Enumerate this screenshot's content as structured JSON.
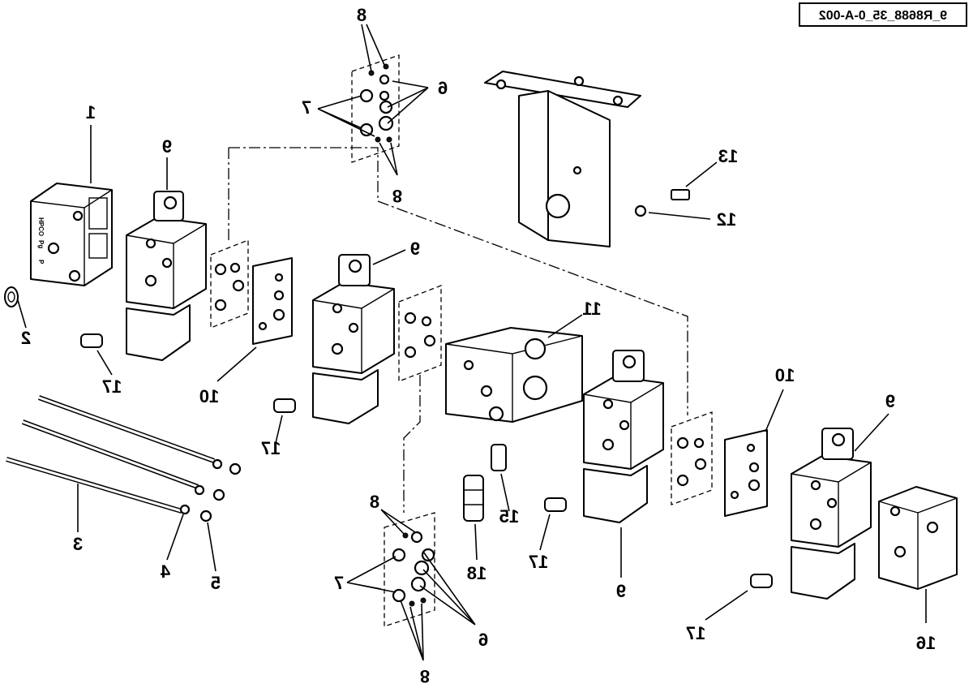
{
  "diagram": {
    "reference_code": "9_R8688_35_0-A-002",
    "mirrored": true,
    "callouts": [
      {
        "id": "c1",
        "label": "1"
      },
      {
        "id": "c2",
        "label": "2"
      },
      {
        "id": "c3",
        "label": "3"
      },
      {
        "id": "c4",
        "label": "4"
      },
      {
        "id": "c5",
        "label": "5"
      },
      {
        "id": "c6a",
        "label": "6"
      },
      {
        "id": "c6b",
        "label": "6"
      },
      {
        "id": "c7a",
        "label": "7"
      },
      {
        "id": "c7b",
        "label": "7"
      },
      {
        "id": "c8a",
        "label": "8"
      },
      {
        "id": "c8b",
        "label": "8"
      },
      {
        "id": "c8c",
        "label": "8"
      },
      {
        "id": "c8d",
        "label": "8"
      },
      {
        "id": "c9a",
        "label": "9"
      },
      {
        "id": "c9b",
        "label": "9"
      },
      {
        "id": "c9c",
        "label": "9"
      },
      {
        "id": "c9d",
        "label": "9"
      },
      {
        "id": "c10a",
        "label": "10"
      },
      {
        "id": "c10b",
        "label": "10"
      },
      {
        "id": "c11",
        "label": "11"
      },
      {
        "id": "c12",
        "label": "12"
      },
      {
        "id": "c13",
        "label": "13"
      },
      {
        "id": "c15",
        "label": "15"
      },
      {
        "id": "c16",
        "label": "16"
      },
      {
        "id": "c17a",
        "label": "17"
      },
      {
        "id": "c17b",
        "label": "17"
      },
      {
        "id": "c17c",
        "label": "17"
      },
      {
        "id": "c17d",
        "label": "17"
      },
      {
        "id": "c18",
        "label": "18"
      }
    ],
    "part_markings": {
      "brand": "HPCO",
      "port_p": "P",
      "port_pg": "Pg"
    }
  }
}
